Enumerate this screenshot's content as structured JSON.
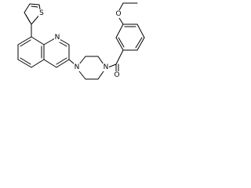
{
  "atoms": {
    "thiophene_s": "S",
    "quinoline_n": "N",
    "piperazine_n1": "N",
    "piperazine_n2": "N",
    "carbonyl_o": "O",
    "methoxy_group": "O"
  },
  "colors": {
    "bond": "#000000",
    "label": "#000000",
    "background": "#ffffff"
  }
}
